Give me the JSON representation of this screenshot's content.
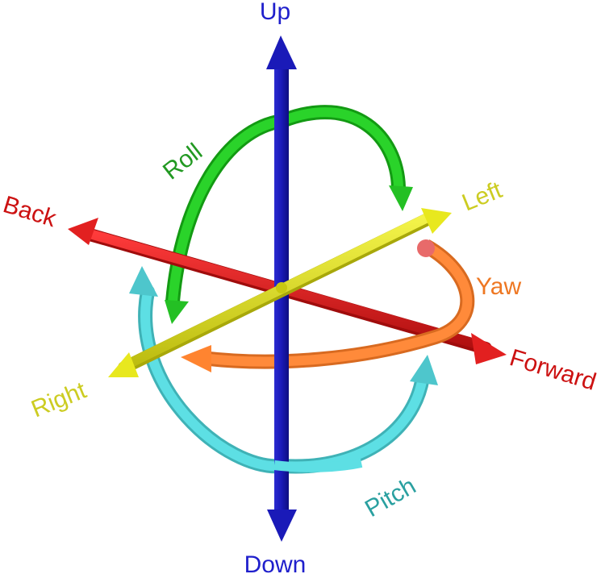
{
  "diagram": {
    "axis_labels": {
      "up": "Up",
      "down": "Down",
      "back": "Back",
      "forward": "Forward",
      "left": "Left",
      "right": "Right"
    },
    "rotation_labels": {
      "roll": "Roll",
      "yaw": "Yaw",
      "pitch": "Pitch"
    },
    "colors": {
      "up_down_axis": "#1a1ab8",
      "back_forward_axis": "#dd1a1a",
      "left_right_axis": "#e6e61a",
      "roll": "#22cc22",
      "yaw": "#ff8833",
      "pitch": "#55d8de",
      "up_down_text": "#1f1fcc",
      "back_forward_text": "#cc1111",
      "left_right_text": "#cccc22",
      "roll_text": "#229922",
      "yaw_text": "#ee7722",
      "pitch_text": "#2aa0a0"
    }
  }
}
